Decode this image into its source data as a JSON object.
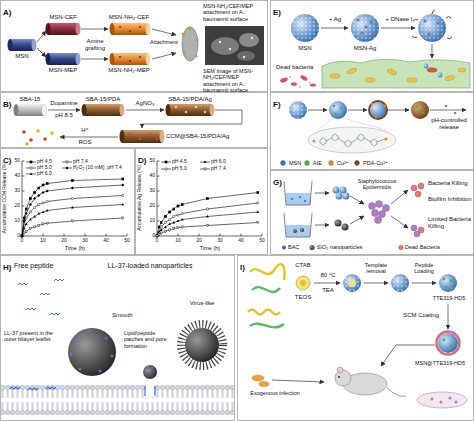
{
  "diagram": {
    "nodes": [
      {
        "text": [
          "A)"
        ]
      },
      {
        "text": [
          "B)"
        ]
      },
      {
        "text": [
          "C)"
        ]
      },
      {
        "text": [
          "D)"
        ]
      },
      {
        "text": [
          "E)"
        ]
      },
      {
        "text": [
          "F)"
        ]
      },
      {
        "text": [
          "G)"
        ]
      },
      {
        "text": [
          "H)"
        ]
      },
      {
        "text": [
          "I)"
        ]
      }
    ],
    "labels": [
      "MSN",
      "MSN-CEF",
      "MSN-MEP",
      "Amine grafting",
      "MSN-NH₂-CEF",
      "MSN-NH₂-MEP",
      "Attachment",
      "MSN-NH₂/CEF/MEP attachment on A. baumannii surface",
      "SEM image of MSN-NH₂/CEF/MEP attachment on A. baumannii surface",
      "SBA-15",
      "Dopamine",
      "pH 8.5",
      "SBA-15/PDA",
      "AgNO₃",
      "SBA-15/PDA/Ag",
      "H⁺",
      "ROS",
      "CCM@SBA-15/PDA/Ag",
      "Accumulative CCM Release (%)",
      "0",
      "10",
      "20",
      "30",
      "40",
      "50",
      "0",
      "10",
      "20",
      "30",
      "40",
      "50",
      "Time (h)",
      "Accumulative Ag Release (%)",
      "0",
      "10",
      "20",
      "30",
      "40",
      "50",
      "0",
      "10",
      "20",
      "30",
      "40",
      "50",
      "Time (h)",
      "MSN",
      "+ Ag",
      "MSN-Ag",
      "+ DNase I",
      "Dead bacteria",
      "pH-controlled release",
      "BAC",
      "SiO₂ nanoparticles",
      "Staphylococcus Epidermidis",
      "Bacteria Killing",
      "Biofilm Inhibition",
      "Limited Bacteria Killing",
      "Dead Bacteria",
      "Free peptide",
      "LL-37-loaded nanoparticles",
      "LL-37 present in the outer bilayer leaflet",
      "Smooth",
      "Virus-like",
      "Lipid/peptide patches and pore formation",
      "CTAB",
      "TEOS",
      "80 °C",
      "TEA",
      "Template removal",
      "Peptide Loading",
      "TTE319-HD5",
      "SCM Coating",
      "MSN@TTE319-HD5",
      "Exogenous infection"
    ],
    "legend": [
      {
        "text": "pH 4.5"
      },
      {
        "text": "pH 5.0"
      },
      {
        "text": "pH 6.0"
      },
      {
        "text": "pH 7.4"
      },
      {
        "text": "H₂O₂ (10 mM), pH 7.4"
      },
      {
        "text": "pH 4.5"
      },
      {
        "text": "pH 5.0"
      },
      {
        "text": "pH 6.0"
      },
      {
        "text": "pH 7.4"
      },
      {
        "text": "MSN"
      },
      {
        "text": "AIE"
      },
      {
        "text": "Cu²⁺"
      },
      {
        "text": "PDA-Cu²⁺"
      }
    ]
  }
}
